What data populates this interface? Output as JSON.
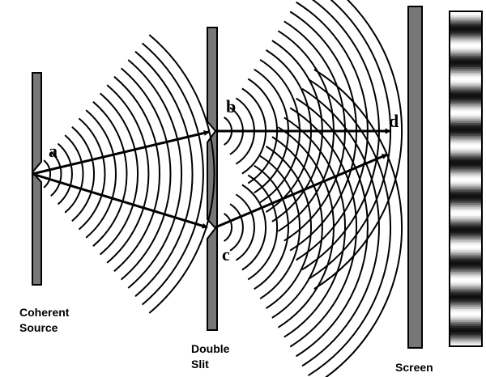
{
  "points": {
    "a": "a",
    "b": "b",
    "c": "c",
    "d": "d"
  },
  "captions": {
    "source_line1": "Coherent",
    "source_line2": "Source",
    "slit_line1": "Double",
    "slit_line2": "Slit",
    "screen": "Screen"
  },
  "colors": {
    "barrier_fill": "#777777",
    "stroke": "#000000",
    "fringe_dark": "#000000",
    "fringe_light": "#ffffff"
  },
  "fringes": {
    "bright_band_count": 10
  }
}
